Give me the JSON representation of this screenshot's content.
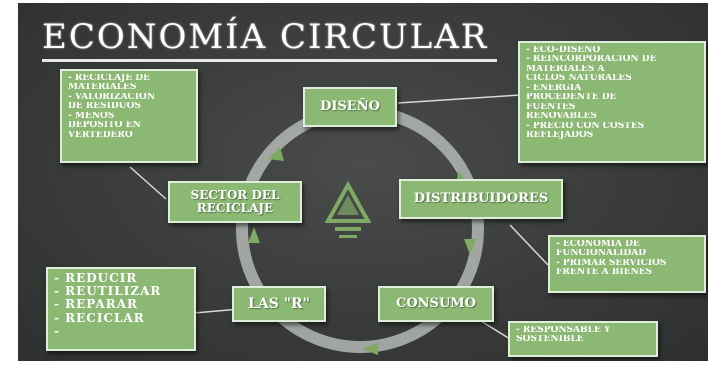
{
  "title": "ECONOMÍA CIRCULAR",
  "nodes": {
    "diseno": "DISEÑO",
    "distribuidores": "DISTRIBUIDORES",
    "consumo": "CONSUMO",
    "las_r": "LAS \"R\"",
    "sector": "SECTOR DEL RECICLAJE"
  },
  "notes": {
    "diseno": [
      "- ECO-DISEÑO",
      "- REINCORPORACIÓN DE",
      "  MATERIALES A",
      "  CICLOS NATURALES",
      "- ENERGÍA",
      "  PROCEDENTE DE",
      "  FUENTES",
      "  RENOVABLES",
      "- PRECIO CON COSTES",
      "  REFLEJADOS"
    ],
    "distribuidores": [
      "- ECONOMÍA DE",
      "  FUNCIONALIDAD",
      "- PRIMAR SERVICIOS",
      "  FRENTE A BIENES"
    ],
    "consumo": [
      "- RESPONSABLE Y",
      "  SOSTENIBLE"
    ],
    "las_r": [
      "- REDUCIR",
      "- REUTILIZAR",
      "- REPARAR",
      "- RECICLAR",
      "-"
    ],
    "sector": [
      "- RECICLAJE DE",
      "  MATERIALES",
      "- VALORIZACIÓN",
      "  DE RESIDUOS",
      "- MENOS",
      "  DEPÓSITO EN",
      "  VERTEDERO"
    ]
  },
  "colors": {
    "board": "#3a3c3b",
    "box_green": "#8bb873",
    "box_border": "#dfeedb",
    "ring": "#b3b8b4",
    "arrow": "#7eaa64",
    "text": "#ffffff"
  },
  "icons": {
    "center": "recycle-triangle-icon"
  }
}
